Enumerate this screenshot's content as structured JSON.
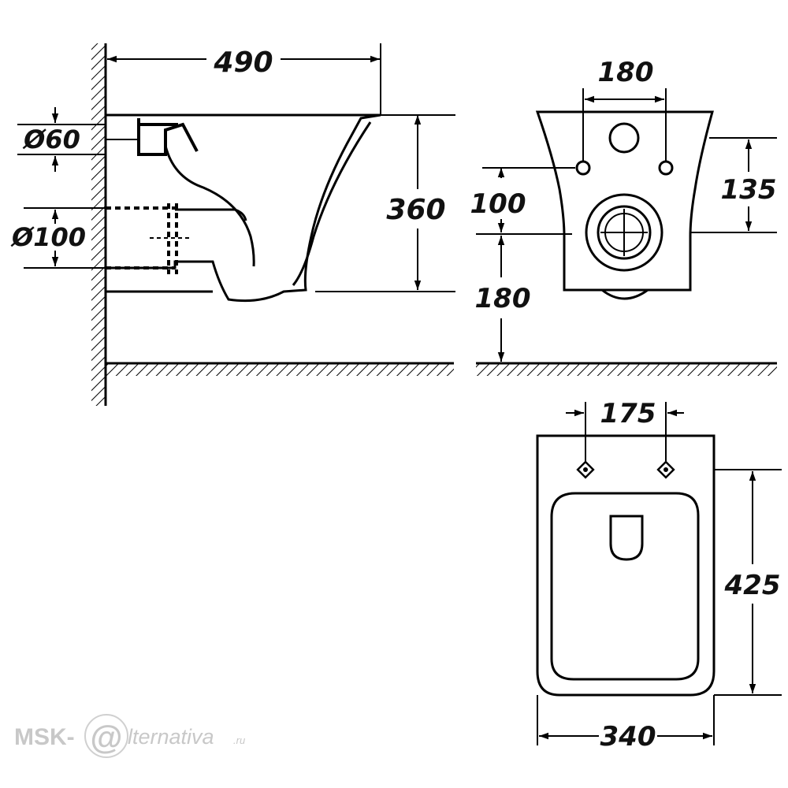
{
  "dimensions": {
    "side_width": "490",
    "side_height": "360",
    "inlet_diameter": "Ø60",
    "outlet_diameter": "Ø100",
    "rear_bolt_spacing": "180",
    "rear_inlet_offset": "135",
    "rear_bolt_offset": "100",
    "rear_floor_height": "180",
    "top_bolt_spacing": "175",
    "top_length": "425",
    "top_width": "340"
  },
  "watermark": {
    "brand_left": "MSK-",
    "brand_at": "@",
    "brand_right": "lternativa",
    "domain": ".ru"
  }
}
